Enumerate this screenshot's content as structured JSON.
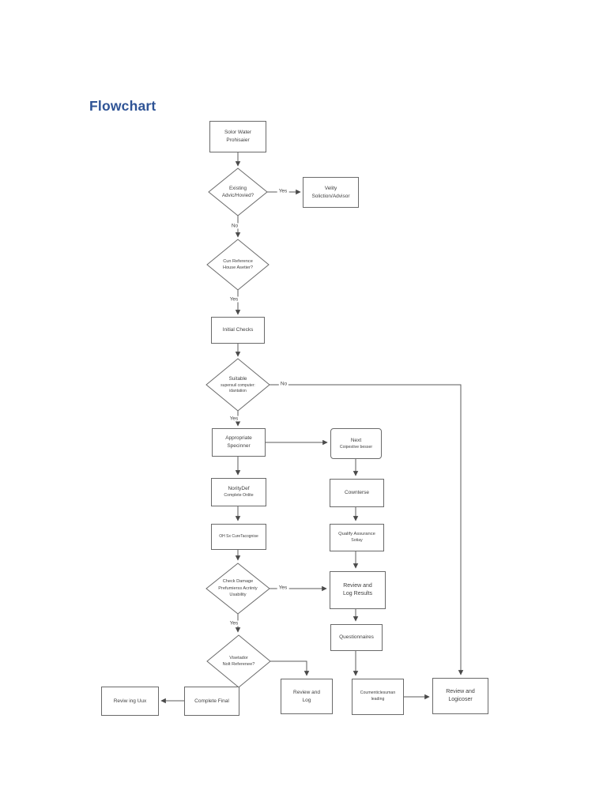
{
  "page": {
    "title": "Flowchart"
  },
  "colors": {
    "title": "#2F5496",
    "line": "#5b5b5b",
    "box_border": "#6a6a6a",
    "text": "#3f3f3f"
  },
  "flowchart": {
    "nodes": {
      "solor_water": {
        "label": "Solor Water\nProhisaier"
      },
      "existing": {
        "label": "Existing\nAdvic/Hovied?"
      },
      "velity": {
        "label": "Velity\nSoliction/Advisor"
      },
      "cun_reference": {
        "label": "Cun Reference\nHouse Asetier?"
      },
      "initial_checks": {
        "label": "Initial Checks"
      },
      "suitable": {
        "label": "Suitable",
        "sublabel": "supersuil computer:\nidantation"
      },
      "appropriate": {
        "label": "Appropriate\nSpecinner"
      },
      "next": {
        "label": "Next",
        "sublabel": "Coipestive besser"
      },
      "noritydef": {
        "label": "NorityDef",
        "sublabel": "Complete Onlite"
      },
      "cownterse": {
        "label": "Cownterse"
      },
      "ohsx": {
        "label": "OH Sx CureTacognise"
      },
      "qualify": {
        "label": "Qualify Assurance",
        "sublabel": "Sotiay"
      },
      "check_damage": {
        "label": "Check Damage\nPrefumierss Acriinty\nUsability"
      },
      "review_log_results": {
        "label": "Review and\nLog Results"
      },
      "questionnaires": {
        "label": "Questionnaires"
      },
      "visetador": {
        "label": "Visetador\nNolt Referenee?"
      },
      "review_log": {
        "label": "Review and\nLog"
      },
      "coumenticlesuman": {
        "label": "Coumenticlesuman\nleading"
      },
      "review_logicoser": {
        "label": "Review and\nLogicoser"
      },
      "complete_final": {
        "label": "Complete Final"
      },
      "reviw_ing_uux": {
        "label": "Reviw ing Uux"
      }
    },
    "edge_labels": {
      "existing_yes": "Yes",
      "existing_no": "No",
      "cun_reference_yes": "Yes",
      "suitable_no": "No",
      "suitable_yes": "Yes",
      "check_damage_yes": "Yes",
      "check_damage_down_yes": "Yes"
    }
  }
}
